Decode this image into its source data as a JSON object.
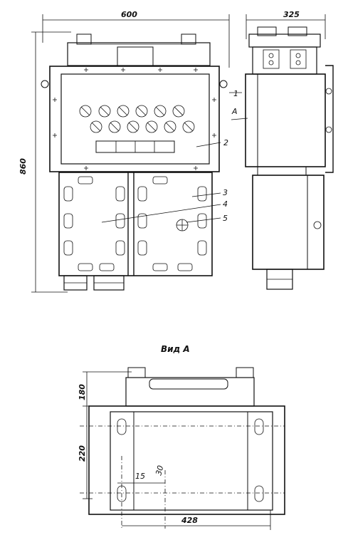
{
  "dimensions": {
    "width_front": "600",
    "width_side": "325",
    "height_total": "860",
    "view_height_top": "180",
    "view_height_mid": "220",
    "view_hole_small": "15",
    "view_hole_offset": "30",
    "view_width": "428"
  },
  "callouts": [
    "1",
    "2",
    "3",
    "4",
    "5"
  ],
  "view_marker": "A",
  "view_title": "Вид А"
}
